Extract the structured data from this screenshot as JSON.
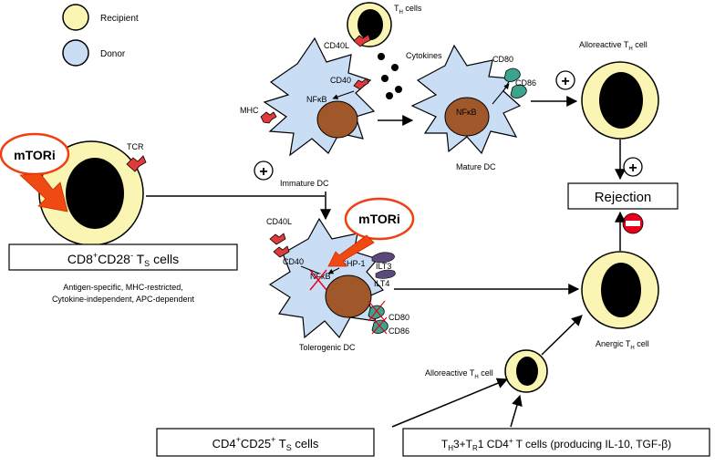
{
  "legend": {
    "recipient": "Recipient",
    "donor": "Donor",
    "recipient_color": "#fbf5b3",
    "donor_color": "#c9ddf5"
  },
  "colors": {
    "nucleus": "#a0582a",
    "receptor_red": "#e03a3a",
    "receptor_teal": "#3aa58c",
    "inhibit_red": "#e8001a",
    "mtori_border": "#ee4010",
    "arrow_fill": "#f04a12"
  },
  "labels": {
    "th_cells_main": "T",
    "th_cells_sub": "H",
    "th_cells_tail": " cells",
    "cd40l_top": "CD40L",
    "cd40_top": "CD40",
    "nfkb_top": "NFκB",
    "mhc": "MHC",
    "cytokines": "Cytokines",
    "immature_dc": "Immature DC",
    "cd80_mature": "CD80",
    "cd86_mature": "CD86",
    "nfkb_mature": "NFκB",
    "mature_dc": "Mature DC",
    "allo_th_top_main": "Alloreactive T",
    "allo_th_top_sub": "H",
    "allo_th_top_tail": " cell",
    "rejection": "Rejection",
    "tcr": "TCR",
    "mtori_left": "mTORi",
    "mtori_right": "mTORi",
    "ts_box": {
      "p1": "CD8",
      "p1_sup": "+",
      "p2": "CD28",
      "p2_sup": "-",
      "p3": " T",
      "p3_sub": "S",
      "p4": " cells"
    },
    "ts_desc_line1": "Antigen-specific, MHC-restricted,",
    "ts_desc_line2": "Cytokine-independent, APC-dependent",
    "cd40l_tol": "CD40L",
    "cd40_tol": "CD40",
    "shp1": "SHP-1",
    "ilt3": "ILT3",
    "ilt4": "ILT4",
    "nfkb_tol": "NFκB",
    "cd80_tol": "CD80",
    "cd86_tol": "CD86",
    "tolerogenic_dc": "Tolerogenic DC",
    "anergic_main": "Anergic T",
    "anergic_sub": "H",
    "anergic_tail": " cell",
    "allo_th_bottom_main": "Alloreactive T",
    "allo_th_bottom_sub": "H",
    "allo_th_bottom_tail": " cell",
    "cd4_box": {
      "p1": "CD4",
      "p1_sup": "+",
      "p2": "CD25",
      "p2_sup": "+",
      "p3": " T",
      "p3_sub": "S",
      "p4": " cells"
    },
    "th3_box": {
      "p1": "T",
      "p1_sub": "H",
      "p2": "3+T",
      "p2_sub": "R",
      "p3": "1 CD4",
      "p3_sup": "+",
      "p4": " T cells (producing IL-10, TGF-β)"
    },
    "plus": "+"
  }
}
